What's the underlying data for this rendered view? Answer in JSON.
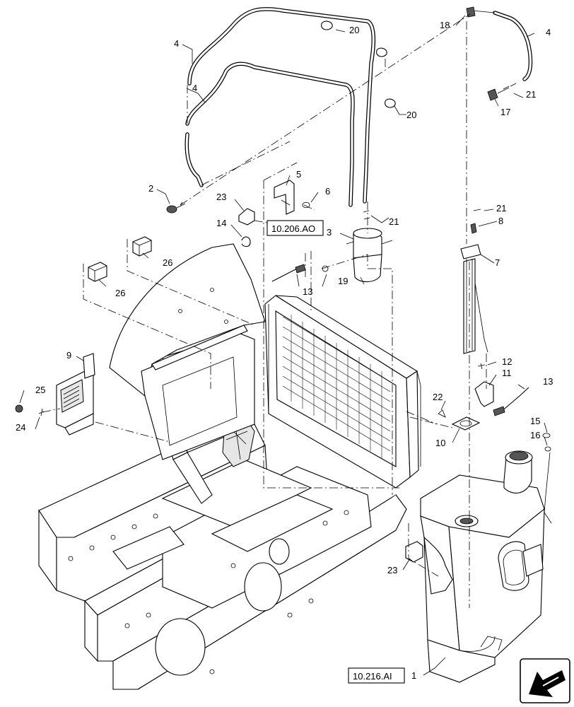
{
  "callouts": {
    "c1": "1",
    "c2": "2",
    "c3": "3",
    "c4a": "4",
    "c4b": "4",
    "c4c": "4",
    "c5": "5",
    "c6": "6",
    "c7": "7",
    "c8": "8",
    "c9": "9",
    "c10": "10",
    "c11": "11",
    "c12": "12",
    "c13a": "13",
    "c13b": "13",
    "c14": "14",
    "c15": "15",
    "c16": "16",
    "c17": "17",
    "c18": "18",
    "c19": "19",
    "c20a": "20",
    "c20b": "20",
    "c21a": "21",
    "c21b": "21",
    "c21c": "21",
    "c22": "22",
    "c23a": "23",
    "c23b": "23",
    "c24": "24",
    "c25": "25",
    "c26a": "26",
    "c26b": "26"
  },
  "references": {
    "ref_fuel_filter": "10.206.AO",
    "ref_fuel_tank": "10.216.AI"
  },
  "icons": {
    "orientation": "front-direction-arrow-icon"
  }
}
